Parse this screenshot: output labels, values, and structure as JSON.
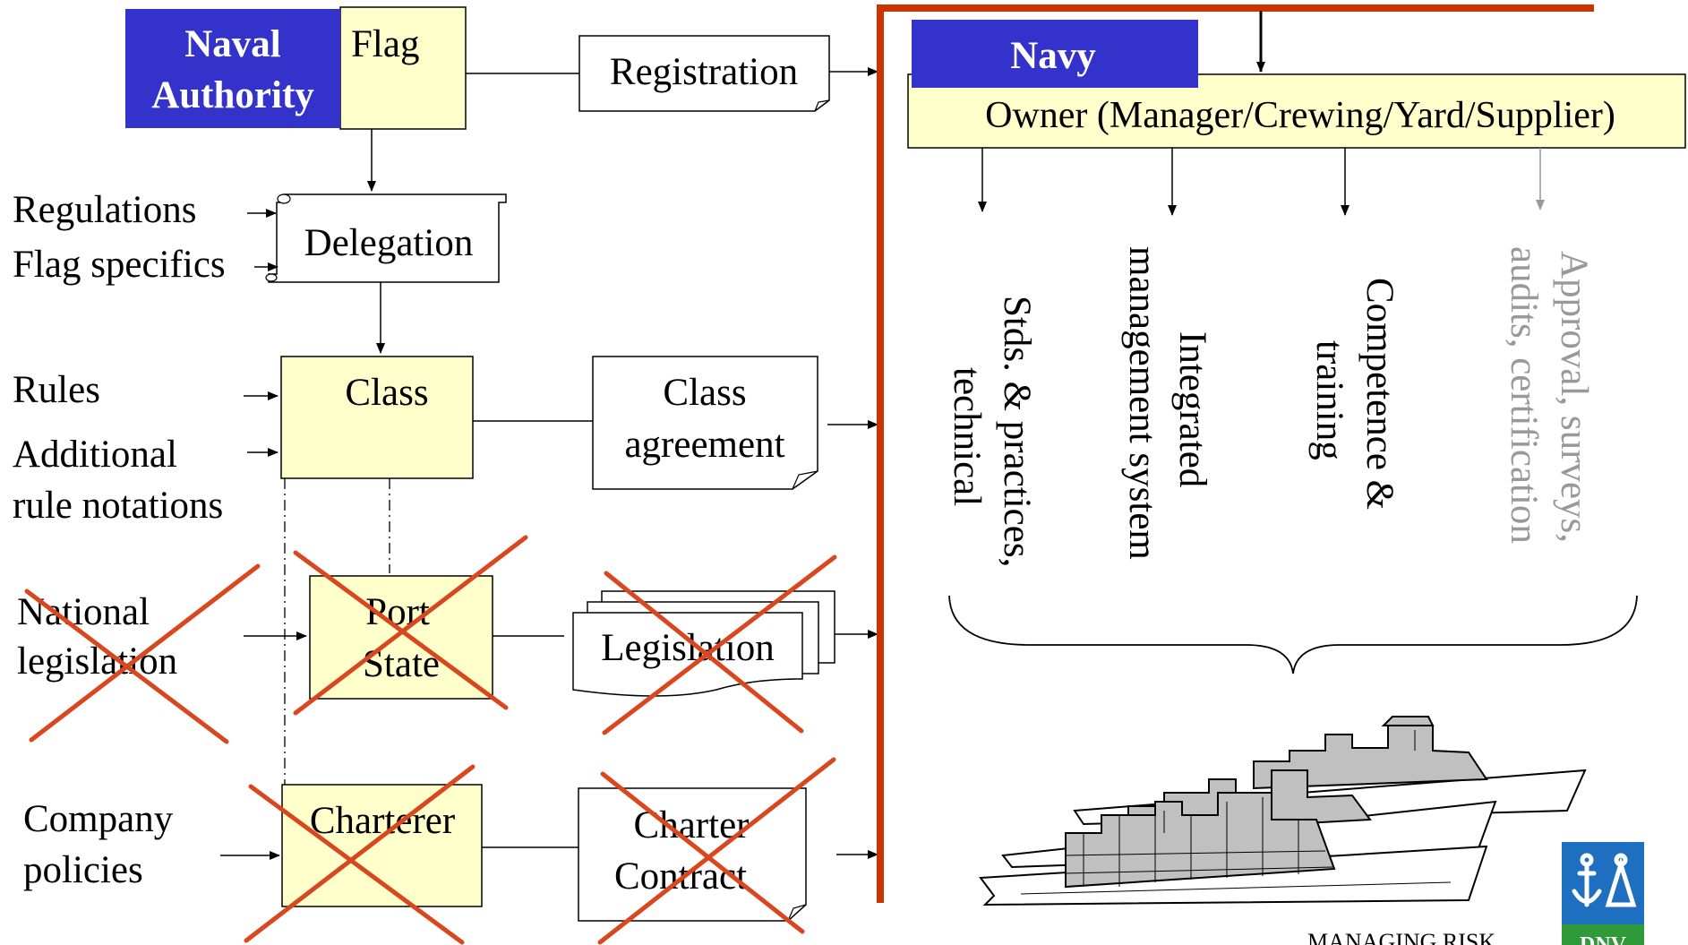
{
  "left": {
    "naval_authority": [
      "Naval",
      "Authority"
    ],
    "flag": "Flag",
    "registration": "Registration",
    "regulations": "Regulations",
    "flag_specifics": "Flag specifics",
    "delegation": "Delegation",
    "rules": "Rules",
    "additional": [
      "Additional",
      "rule notations"
    ],
    "class": "Class",
    "class_agreement": [
      "Class",
      "agreement"
    ],
    "national_legislation": [
      "National",
      "legislation"
    ],
    "port_state": [
      "Port",
      "State"
    ],
    "legislation": "Legislation",
    "company_policies": [
      "Company",
      "policies"
    ],
    "charterer": "Charterer",
    "charter_contract": [
      "Charter",
      "Contract"
    ]
  },
  "right": {
    "navy": "Navy",
    "owner": "Owner (Manager/Crewing/Yard/Supplier)",
    "branches": [
      [
        "Stds. & practices,",
        "technical"
      ],
      [
        "Integrated",
        "management system"
      ],
      [
        "Competence &",
        "training"
      ],
      [
        "Approval, surveys,",
        "audits, certification"
      ]
    ]
  },
  "footer": {
    "managing_risk": "MANAGING RISK",
    "logo_text": "DNV"
  },
  "colors": {
    "blue": "#3333cc",
    "pale_yellow": "#ffffcc",
    "red_bar": "#cc3300",
    "cross_red": "#d9471f",
    "gray_text": "#999999",
    "ship_fill": "#c0c0c0",
    "logo_blue": "#1f6fc0",
    "logo_green": "#2e9a3a"
  }
}
